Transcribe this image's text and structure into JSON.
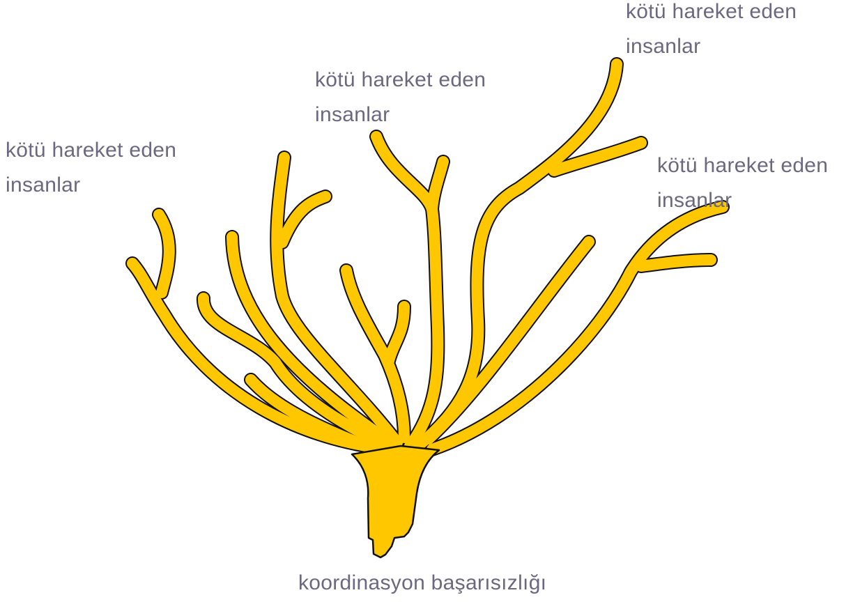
{
  "colors": {
    "branch_fill": "#FFC700",
    "outline": "#111111",
    "label_text": "#6B6880"
  },
  "labels": {
    "top_right": {
      "line1": "kötü hareket eden",
      "line2": "insanlar"
    },
    "top_center": {
      "line1": "kötü hareket eden",
      "line2": "insanlar"
    },
    "left": {
      "line1": "kötü hareket eden",
      "line2": "insanlar"
    },
    "right": {
      "line1": "kötü hareket eden",
      "line2": "insanlar"
    },
    "base": "koordinasyon başarısızlığı"
  }
}
